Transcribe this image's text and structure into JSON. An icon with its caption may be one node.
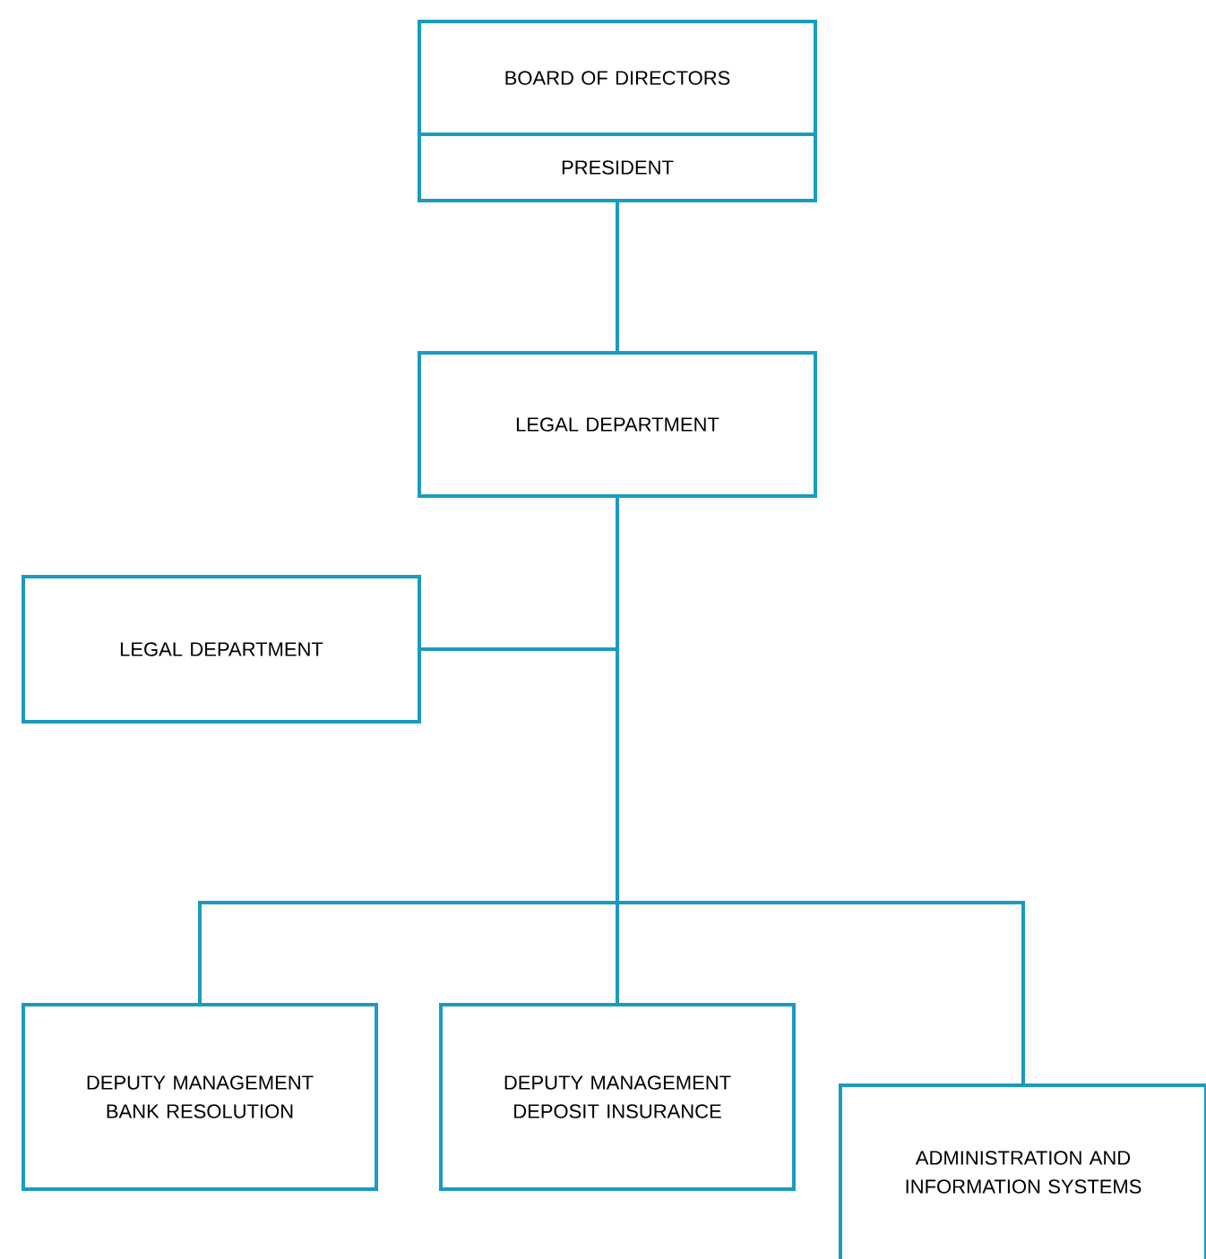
{
  "diagram": {
    "nodes": [
      {
        "text": [
          "BOARD OF DIRECTORS"
        ]
      },
      {
        "text": [
          "PRESIDENT"
        ]
      },
      {
        "text": [
          "LEGAL DEPARTMENT"
        ]
      },
      {
        "text": [
          "LEGAL DEPARTMENT"
        ]
      },
      {
        "text": [
          "DEPUTY MANAGEMENT BANK RESOLUTION"
        ]
      },
      {
        "text": [
          "DEPUTY MANAGEMENT DEPOSIT INSURANCE"
        ]
      },
      {
        "text": [
          "ADMINISTRATION AND INFORMATION SYSTEMS"
        ]
      }
    ],
    "edges": [
      {
        "from": 1,
        "to": 2,
        "arrow": "none"
      },
      {
        "from": 2,
        "to": 3,
        "arrow": "none"
      },
      {
        "from": 2,
        "to": 4,
        "arrow": "none"
      },
      {
        "from": 2,
        "to": 5,
        "arrow": "none"
      },
      {
        "from": 2,
        "to": 6,
        "arrow": "none"
      }
    ]
  }
}
